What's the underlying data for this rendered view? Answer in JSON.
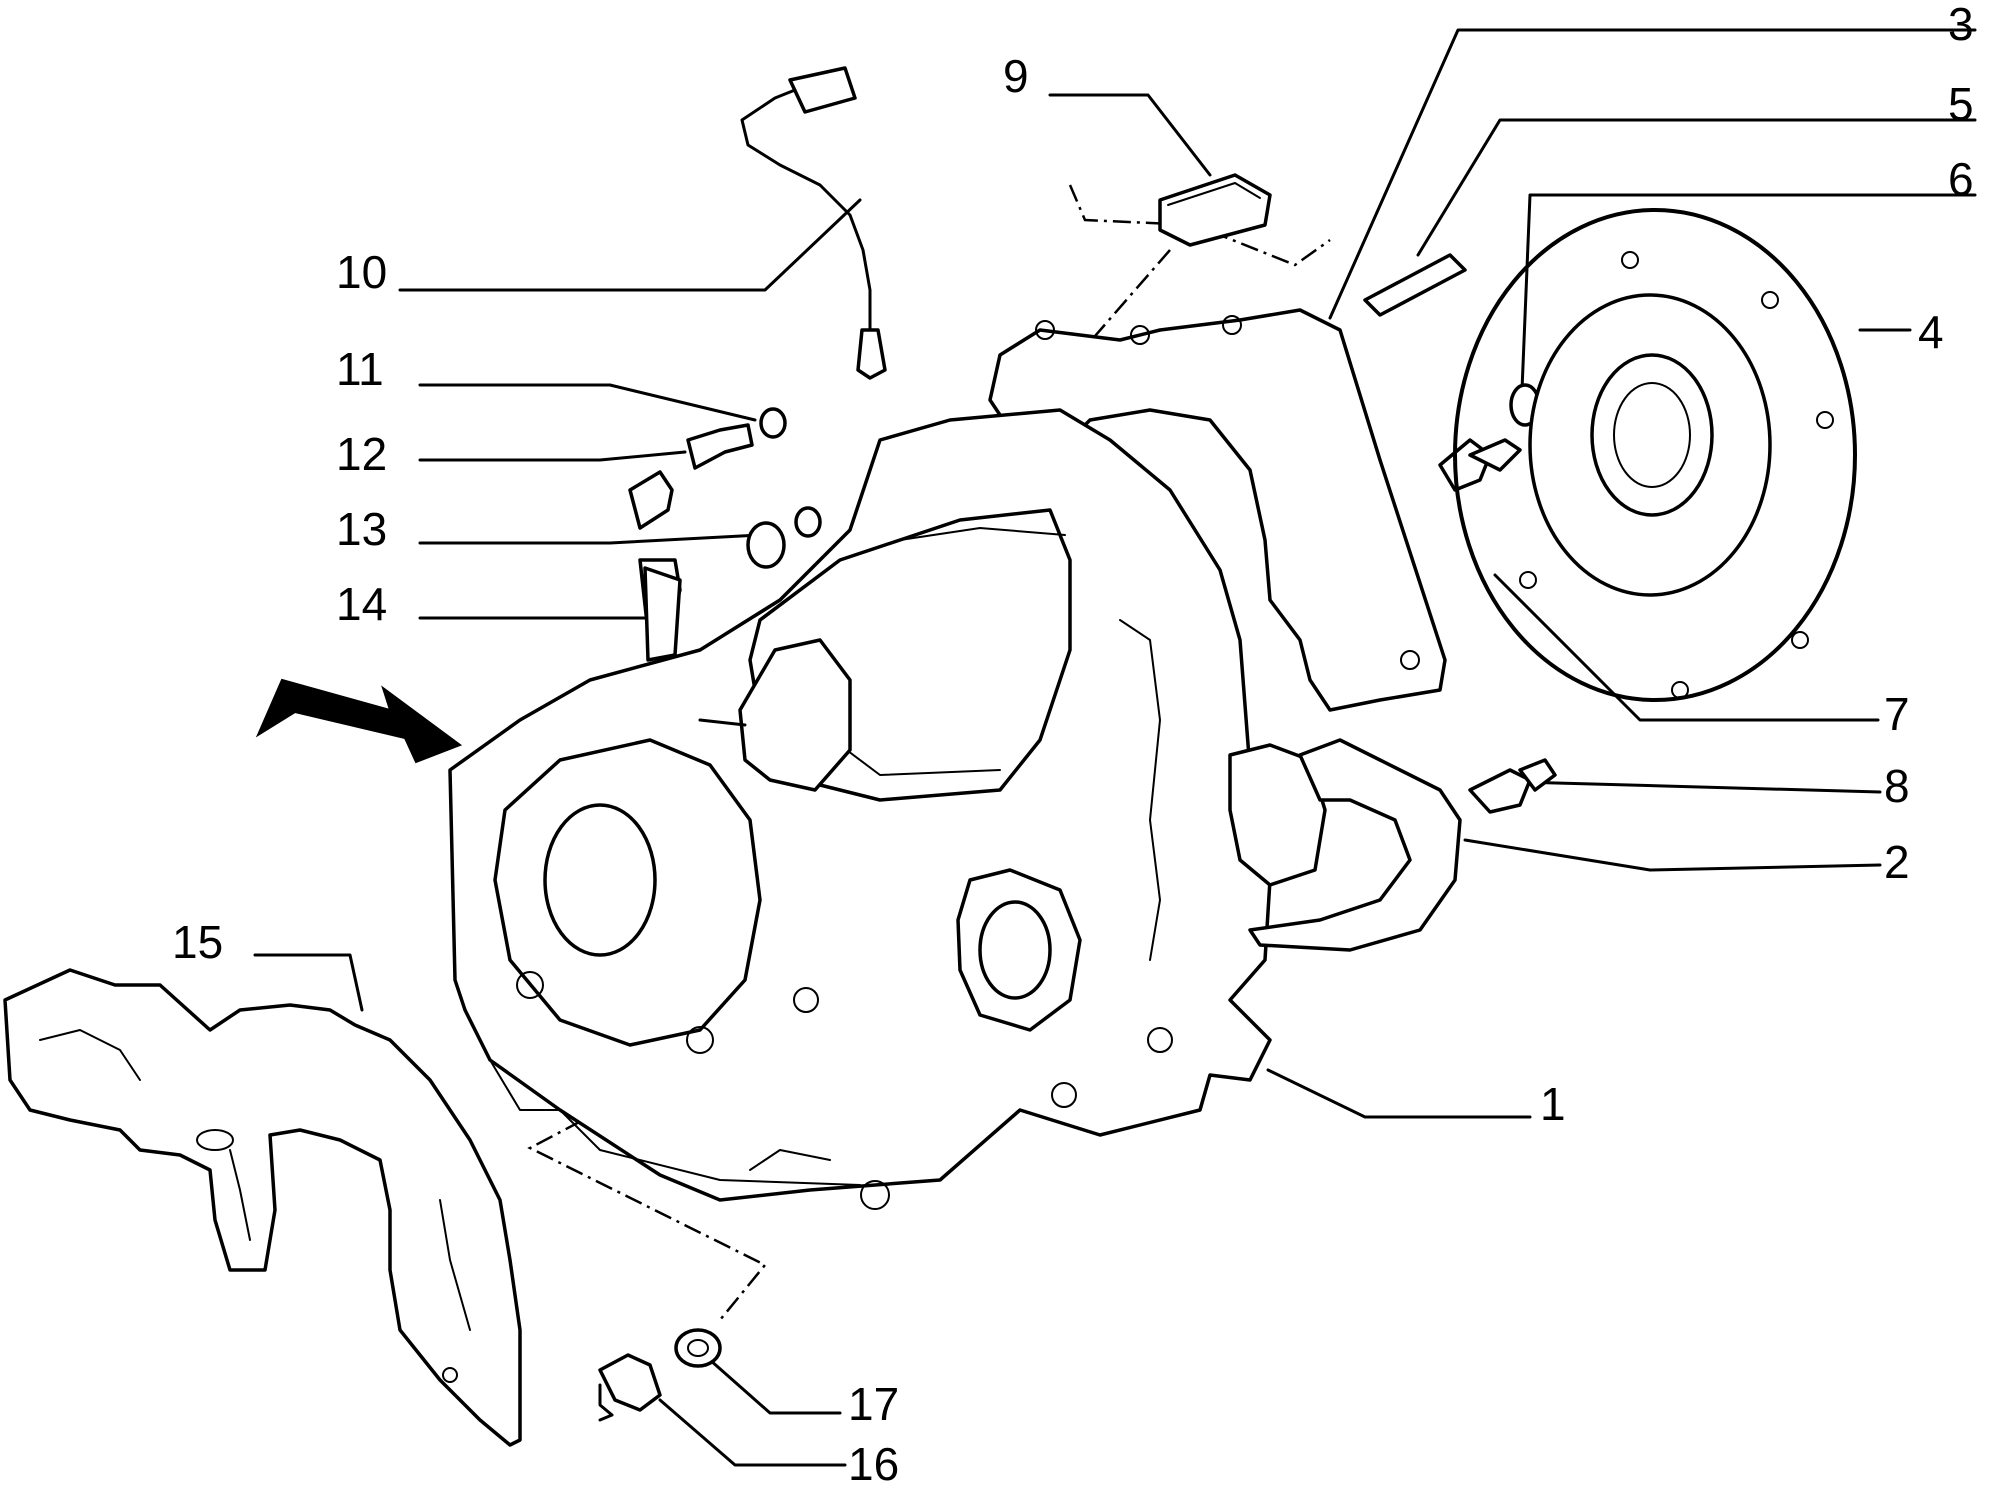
{
  "diagram": {
    "colors": {
      "ink": "#000000",
      "paper": "#ffffff"
    },
    "callouts": [
      {
        "id": "1",
        "label": "1"
      },
      {
        "id": "2",
        "label": "2"
      },
      {
        "id": "3",
        "label": "3"
      },
      {
        "id": "4",
        "label": "4"
      },
      {
        "id": "5",
        "label": "5"
      },
      {
        "id": "6",
        "label": "6"
      },
      {
        "id": "7",
        "label": "7"
      },
      {
        "id": "8",
        "label": "8"
      },
      {
        "id": "9",
        "label": "9"
      },
      {
        "id": "10",
        "label": "10"
      },
      {
        "id": "11",
        "label": "11"
      },
      {
        "id": "12",
        "label": "12"
      },
      {
        "id": "13",
        "label": "13"
      },
      {
        "id": "14",
        "label": "14"
      },
      {
        "id": "15",
        "label": "15"
      },
      {
        "id": "16",
        "label": "16"
      },
      {
        "id": "17",
        "label": "17"
      }
    ]
  }
}
